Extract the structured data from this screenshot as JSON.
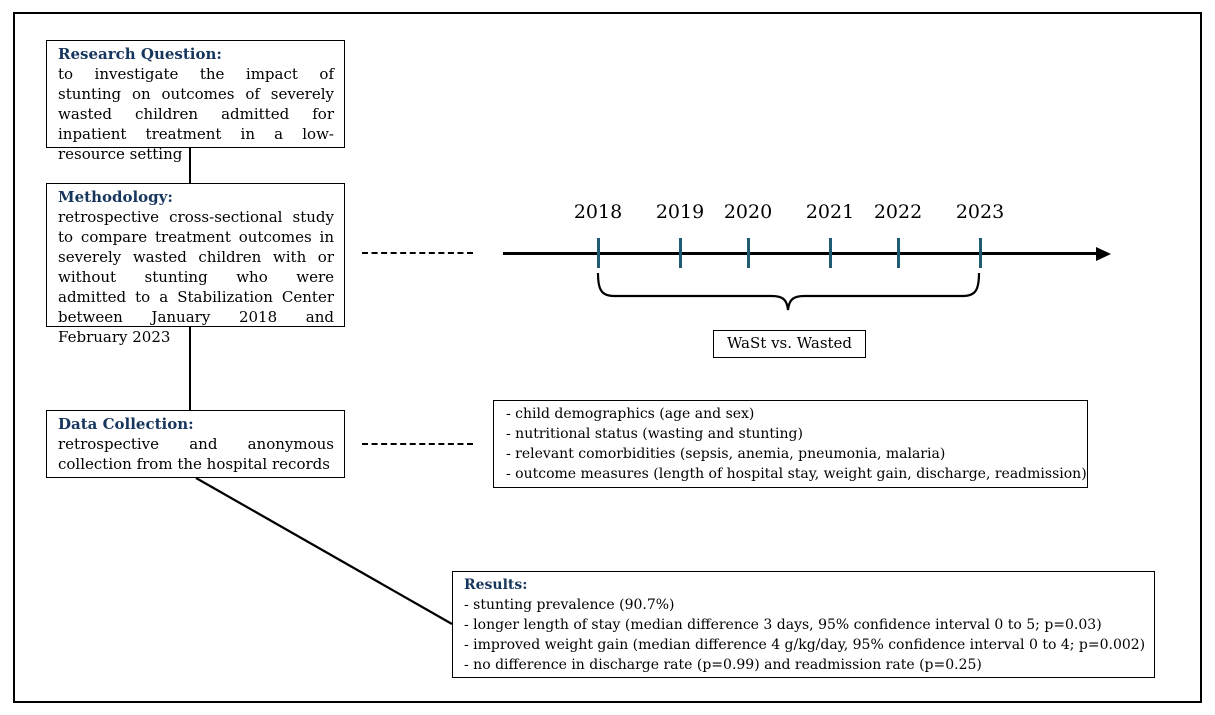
{
  "figure": {
    "research_question": {
      "title": "Research Question:",
      "body": "to investigate the impact of stunting on outcomes of severely wasted children admitted for inpatient treatment in a low-resource setting"
    },
    "methodology": {
      "title": "Methodology:",
      "body": "retrospective cross-sectional study to compare treatment outcomes in severely wasted children with or without stunting who were admitted to a Stabilization Center between January 2018 and February 2023"
    },
    "data_collection": {
      "title": "Data Collection:",
      "body": "retrospective and anonymous collection from the hospital records"
    },
    "variables": {
      "items": [
        "- child demographics (age and sex)",
        "- nutritional status (wasting and stunting)",
        "- relevant comorbidities (sepsis, anemia, pneumonia, malaria)",
        "- outcome measures (length of hospital stay, weight gain, discharge, readmission)"
      ]
    },
    "timeline": {
      "years": [
        "2018",
        "2019",
        "2020",
        "2021",
        "2022",
        "2023"
      ],
      "comparison_label": "WaSt vs. Wasted"
    },
    "results": {
      "title": "Results:",
      "items": [
        "- stunting prevalence (90.7%)",
        "- longer length of stay (median difference 3 days, 95% confidence interval 0 to 5; p=0.03)",
        "- improved weight gain (median difference 4 g/kg/day, 95% confidence interval 0 to 4; p=0.002)",
        "- no difference in discharge rate (p=0.99) and readmission rate (p=0.25)"
      ]
    },
    "colors": {
      "heading": "#17365d",
      "timeline_tick": "#1f5c73",
      "line": "#000000"
    }
  }
}
